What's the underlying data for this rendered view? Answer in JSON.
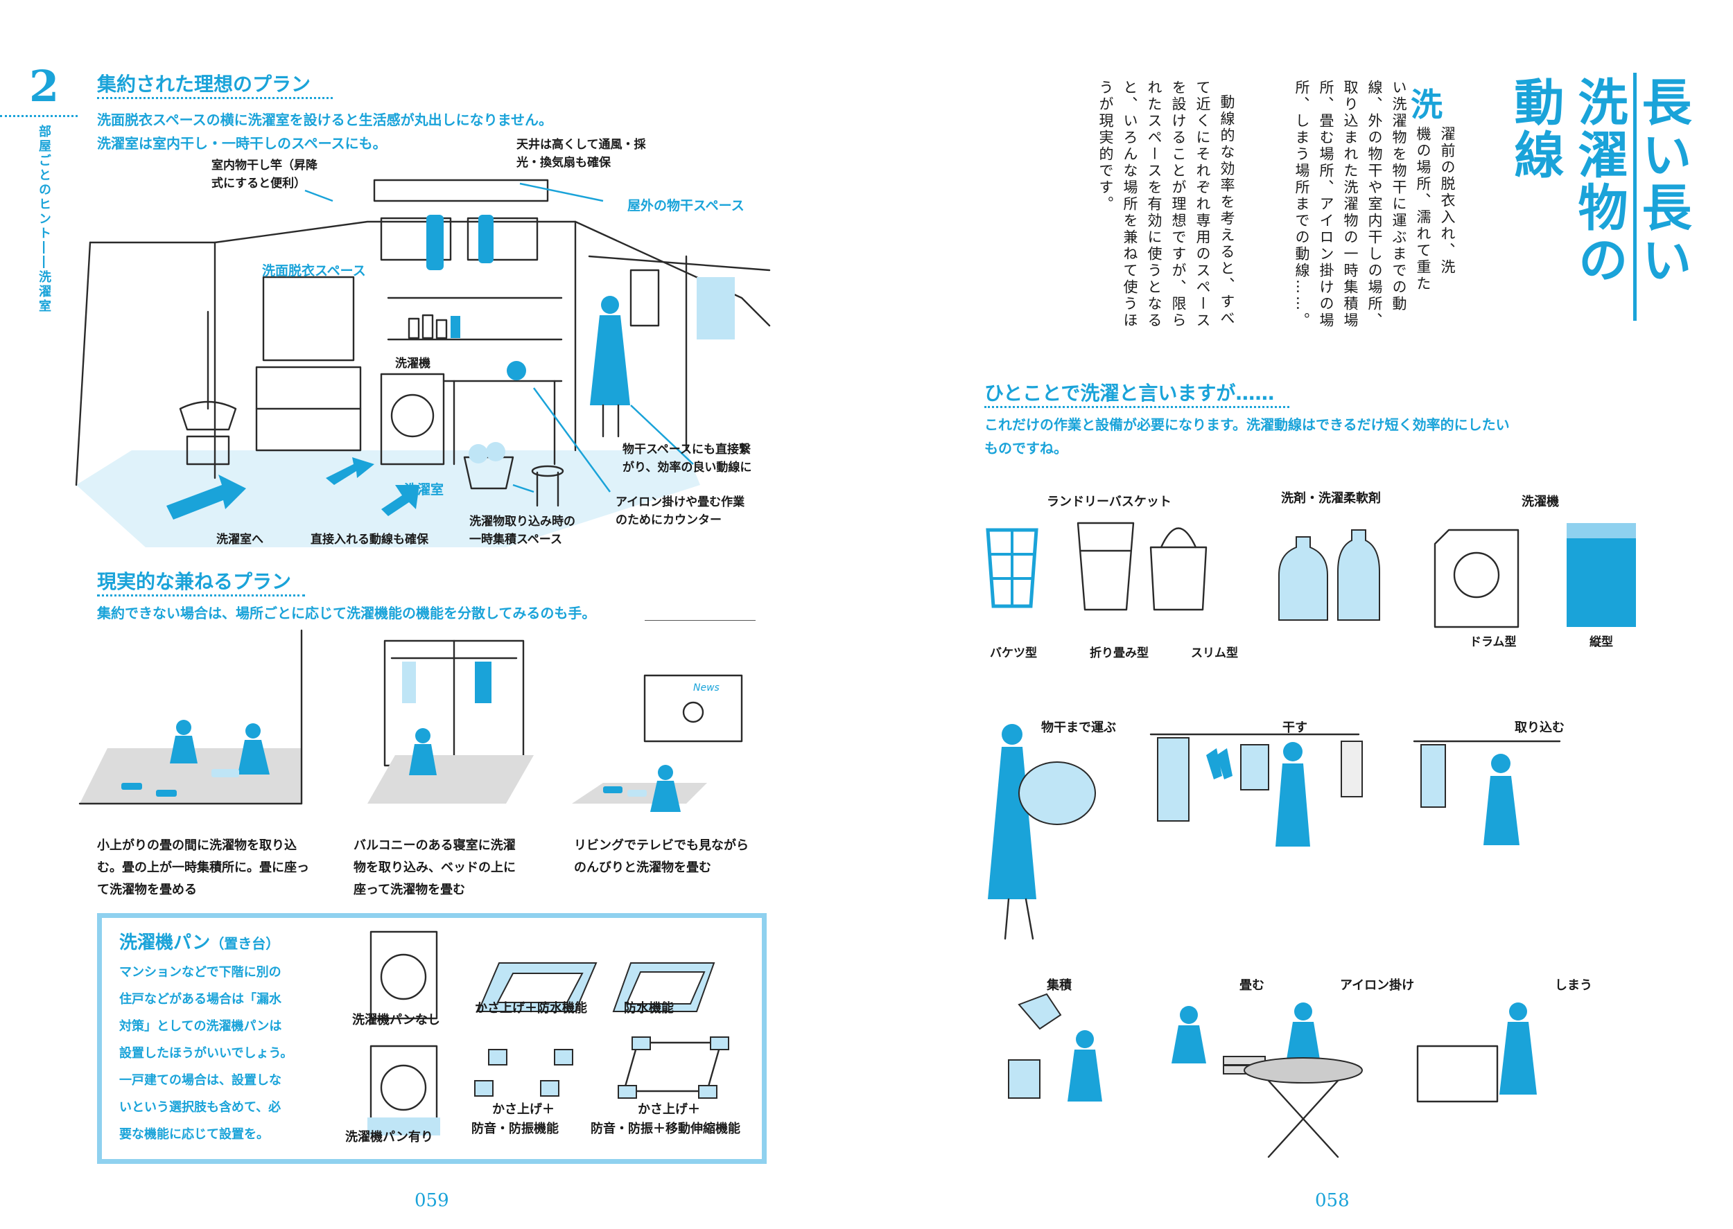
{
  "left_page": {
    "chapter_number": "2",
    "side_label": "部屋ごとのヒント――洗濯室",
    "page_number": "059",
    "section1": {
      "heading": "集約された理想のプラン",
      "sub_lines": [
        "洗面脱衣スペースの横に洗濯室を設けると生活感が丸出しになりません。",
        "洗濯室は室内干し・一時干しのスペースにも。"
      ],
      "labels": {
        "ceiling": [
          "天井は高くして通風・採",
          "光・換気扇も確保"
        ],
        "pole": [
          "室内物干し竿（昇降",
          "式にすると便利）"
        ],
        "outdoor": "屋外の物干スペース",
        "washroom": "洗面脱衣スペース",
        "washer": "洗濯機",
        "laundry_room": "洗濯室",
        "connected": [
          "物干スペースにも直接繋",
          "がり、効率の良い動線に"
        ],
        "counter": [
          "アイロン掛けや畳む作業",
          "のためにカウンター"
        ],
        "to_laundry": "洗濯室へ",
        "direct_path": "直接入れる動線も確保",
        "temporary": [
          "洗濯物取り込み時の",
          "一時集積スペース"
        ]
      }
    },
    "section2": {
      "heading": "現実的な兼ねるプラン",
      "sub": "集約できない場合は、場所ごとに応じて洗濯機能の機能を分散してみるのも手。",
      "captions": [
        [
          "小上がりの畳の間に洗濯物を取り込",
          "む。畳の上が一時集積所に。畳に座っ",
          "て洗濯物を畳める"
        ],
        [
          "バルコニーのある寝室に洗濯",
          "物を取り込み、ベッドの上に",
          "座って洗濯物を畳む"
        ],
        [
          "リビングでテレビでも見ながら",
          "のんびりと洗濯物を畳む"
        ]
      ],
      "tv_text": "News"
    },
    "pan_box": {
      "title": "洗濯機パン",
      "title_small": "（置き台）",
      "text": [
        "マンションなどで下階に別の",
        "住戸などがある場合は「漏水",
        "対策」としての洗濯機パンは",
        "設置したほうがいいでしょう。",
        "一戸建ての場合は、設置しな",
        "いという選択肢も含めて、必",
        "要な機能に応じて設置を。"
      ],
      "items": {
        "no_pan": "洗濯機パンなし",
        "with_pan": "洗濯機パン有り",
        "raised_waterproof": "かさ上げ＋防水機能",
        "waterproof": "防水機能",
        "raised_sound": [
          "かさ上げ＋",
          "防音・防振機能"
        ],
        "raised_move": [
          "かさ上げ＋",
          "防音・防振＋移動伸縮機能"
        ]
      }
    }
  },
  "right_page": {
    "page_number": "058",
    "title_lines": [
      "長い長い",
      "洗濯物の",
      "動線"
    ],
    "drop_char": "洗",
    "body_col1": "濯前の脱衣入れ、洗",
    "body_col2": "機の場所、濡れて重た",
    "body_rest": "い洗濯物を物干に運ぶまでの動線、外の物干や室内干しの場所、取り込まれた洗濯物の一時集積場所、畳む場所、アイロン掛けの場所、しまう場所までの動線……。",
    "body_para2": "動線的な効率を考えると、すべて近くにそれぞれ専用のスペースを設けることが理想ですが、限られたスペースを有効に使うとなると、いろんな場所を兼ねて使うほうが現実的です。",
    "section": {
      "heading": "ひとことで洗濯と言いますが……",
      "sub_lines": [
        "これだけの作業と設備が必要になります。洗濯動線はできるだけ短く効率的にしたい",
        "ものですね。"
      ]
    },
    "equipment": {
      "basket_head": "ランドリーバスケット",
      "detergent_head": "洗剤・洗濯柔軟剤",
      "washer_head": "洗濯機",
      "bucket": "バケツ型",
      "folding": "折り畳み型",
      "slim": "スリム型",
      "drum": "ドラム型",
      "vertical": "縦型"
    },
    "actions": {
      "carry": "物干まで運ぶ",
      "hang": "干す",
      "take_in": "取り込む",
      "collect": "集積",
      "fold": "畳む",
      "iron": "アイロン掛け",
      "store": "しまう"
    }
  }
}
